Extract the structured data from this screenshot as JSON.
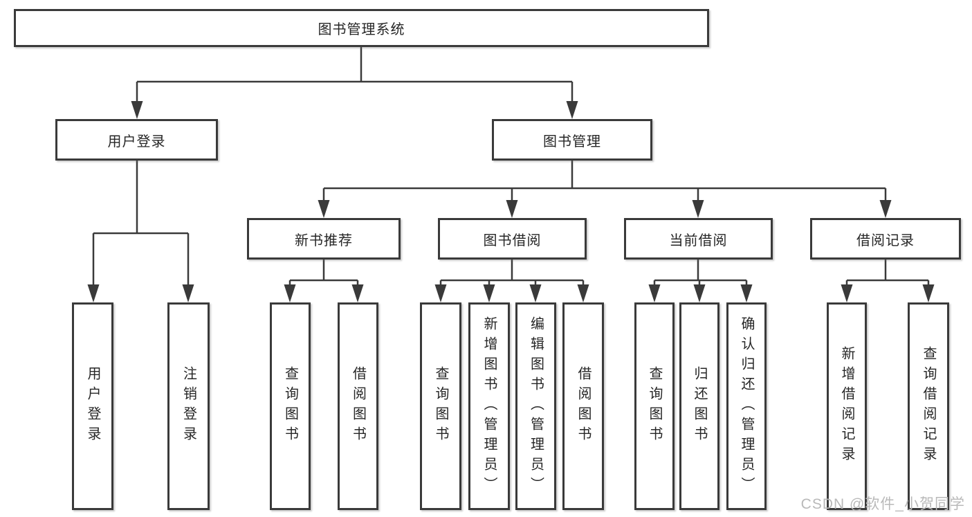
{
  "diagram": {
    "root": {
      "label": "图书管理系统"
    },
    "level2": [
      {
        "label": "用户登录",
        "children": [
          {
            "label": "用户登录"
          },
          {
            "label": "注销登录"
          }
        ]
      },
      {
        "label": "图书管理",
        "children": [
          {
            "label": "新书推荐",
            "children": [
              {
                "label": "查询图书"
              },
              {
                "label": "借阅图书"
              }
            ]
          },
          {
            "label": "图书借阅",
            "children": [
              {
                "label": "查询图书"
              },
              {
                "label": "新增图书（管理员）"
              },
              {
                "label": "编辑图书（管理员）"
              },
              {
                "label": "借阅图书"
              }
            ]
          },
          {
            "label": "当前借阅",
            "children": [
              {
                "label": "查询图书"
              },
              {
                "label": "归还图书"
              },
              {
                "label": "确认归还（管理员）"
              }
            ]
          },
          {
            "label": "借阅记录",
            "children": [
              {
                "label": "新增借阅记录"
              },
              {
                "label": "查询借阅记录"
              }
            ]
          }
        ]
      }
    ]
  },
  "watermark": {
    "text": "CSDN @软件_小贺同学"
  },
  "colors": {
    "line": "#3a3a3a",
    "box_border": "#3a3a3a",
    "box_background": "#ffffff",
    "text": "#262626",
    "watermark": "#b9b9b9"
  }
}
